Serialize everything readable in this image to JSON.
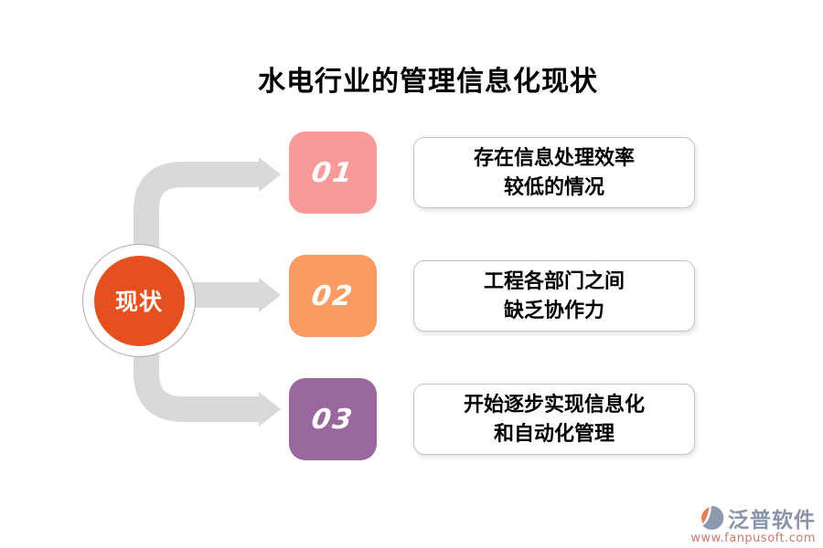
{
  "title": "水电行业的管理信息化现状",
  "center_node": {
    "label": "现状",
    "color": "#E5511E"
  },
  "steps": [
    {
      "number": "01",
      "color": "#F99A9A",
      "lines": [
        "存在信息处理效率",
        "较低的情况"
      ]
    },
    {
      "number": "02",
      "color": "#F99C64",
      "lines": [
        "工程各部门之间",
        "缺乏协作力"
      ]
    },
    {
      "number": "03",
      "color": "#98689F",
      "lines": [
        "开始逐步实现信息化",
        "和自动化管理"
      ]
    }
  ],
  "arrow_color": "#D9D9D9",
  "circle_ring_color": "#ADADAD",
  "watermark": {
    "brand": "泛普软件",
    "url": "www.fanpusoft.com",
    "brand_color": "#8A94A8",
    "url_color": "#C87B70",
    "icon_main_color": "#8D99AF",
    "icon_accent_color": "#E0835A"
  }
}
